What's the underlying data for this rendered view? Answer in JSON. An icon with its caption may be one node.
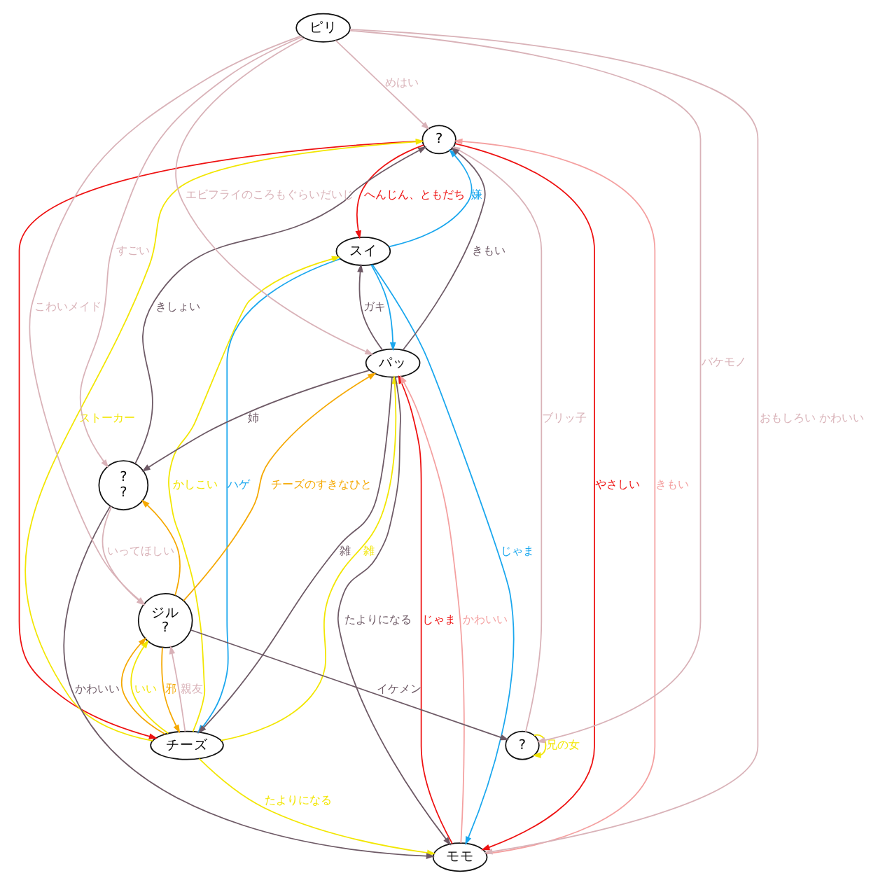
{
  "diagram": {
    "nodes": [
      {
        "text": [
          "?"
        ]
      },
      {
        "text": [
          "スイ"
        ]
      },
      {
        "text": [
          "モモ"
        ]
      },
      {
        "text": [
          "?"
        ]
      },
      {
        "text": [
          "チーズ"
        ]
      },
      {
        "text": [
          "パッ"
        ]
      },
      {
        "text": [
          "ジル",
          "?"
        ]
      },
      {
        "text": [
          "?",
          "?"
        ]
      },
      {
        "text": [
          "ピリ"
        ]
      }
    ],
    "edges": [
      {
        "from": 3,
        "to": 0,
        "arrow": "to",
        "label": "ブリッ子",
        "color": "#d9b2b8"
      },
      {
        "from": 4,
        "to": 0,
        "arrow": "to",
        "label": "ストーカー",
        "color": "#f2e600"
      },
      {
        "from": 1,
        "to": 0,
        "arrow": "to",
        "label": "嫌",
        "color": "#1aa7ee"
      },
      {
        "from": 0,
        "to": 4,
        "arrow": "to",
        "color": "#ee1111"
      },
      {
        "from": 0,
        "to": 1,
        "arrow": "to",
        "label": "へんじん、ともだち",
        "color": "#ee1111"
      },
      {
        "from": 0,
        "to": 2,
        "arrow": "to",
        "label": "やさしい",
        "color": "#ee1111"
      },
      {
        "from": 2,
        "to": 0,
        "arrow": "to",
        "label": "きもい",
        "color": "#f4a0a0"
      },
      {
        "from": 1,
        "to": 2,
        "arrow": "to",
        "label": "じゃま",
        "color": "#1aa7ee"
      },
      {
        "from": 2,
        "to": 5,
        "arrow": "to",
        "label": "じゃま",
        "color": "#ee1111"
      },
      {
        "from": 4,
        "to": 2,
        "arrow": "to",
        "label": "たよりになる",
        "color": "#f2e600"
      },
      {
        "from": 1,
        "to": 4,
        "arrow": "to",
        "label": "ハゲ",
        "color": "#1aa7ee"
      },
      {
        "from": 4,
        "to": 1,
        "arrow": "to",
        "label": "かしこい",
        "color": "#f2e600"
      },
      {
        "from": 1,
        "to": 5,
        "arrow": "to",
        "color": "#1aa7ee"
      },
      {
        "from": 5,
        "to": 1,
        "arrow": "to",
        "label": "ガキ",
        "color": "#6e5a66"
      },
      {
        "from": 2,
        "to": 5,
        "arrow": "to",
        "label": "かわいい",
        "color": "#f4a0a0"
      },
      {
        "from": 5,
        "to": 2,
        "arrow": "to",
        "label": "たよりになる",
        "color": "#6e5a66"
      },
      {
        "from": 7,
        "to": 2,
        "arrow": "to",
        "label": "かわいい",
        "color": "#6e5a66"
      },
      {
        "from": 8,
        "to": 2,
        "arrow": "to",
        "label": "おもしろい かわいい",
        "color": "#d9b2b8"
      },
      {
        "from": 7,
        "to": 0,
        "arrow": "to",
        "label": "きしょい",
        "color": "#6e5a66"
      },
      {
        "from": 5,
        "to": 0,
        "arrow": "to",
        "label": "きもい",
        "color": "#6e5a66"
      },
      {
        "from": 8,
        "to": 0,
        "arrow": "to",
        "label": "めはい",
        "color": "#d9b2b8"
      },
      {
        "from": 4,
        "to": 5,
        "arrow": "to",
        "label": "雑",
        "color": "#f2e600"
      },
      {
        "from": 5,
        "to": 4,
        "arrow": "to",
        "label": "雑",
        "color": "#6e5a66"
      },
      {
        "from": 5,
        "to": 7,
        "arrow": "to",
        "label": "姉",
        "color": "#6e5a66"
      },
      {
        "from": 6,
        "to": 5,
        "arrow": "to",
        "label": "チーズのすきなひと",
        "color": "#f5a800"
      },
      {
        "from": 6,
        "to": 7,
        "arrow": "to",
        "color": "#f5a800"
      },
      {
        "from": 4,
        "to": 6,
        "arrow": "to",
        "label": "親友",
        "color": "#d9b2b8"
      },
      {
        "from": 4,
        "to": 6,
        "arrow": "to",
        "color": "#f5a800"
      },
      {
        "from": 4,
        "to": 6,
        "arrow": "to",
        "label": "いい",
        "color": "#f2e600"
      },
      {
        "from": 6,
        "to": 4,
        "arrow": "to",
        "label": "邪",
        "color": "#f5a800"
      },
      {
        "from": 6,
        "to": 3,
        "arrow": "to",
        "label": "イケメン",
        "color": "#6e5a66"
      },
      {
        "from": 8,
        "to": 3,
        "arrow": "to",
        "label": "バケモノ",
        "color": "#d9b2b8"
      },
      {
        "from": 3,
        "to": 3,
        "arrow": "to",
        "label": "兄の女",
        "color": "#f2e600"
      },
      {
        "from": 8,
        "to": 5,
        "arrow": "to",
        "label": "エビフライのころもぐらいだいじ",
        "color": "#d9b2b8"
      },
      {
        "from": 8,
        "to": 7,
        "arrow": "to",
        "label": "すごい",
        "color": "#d9b2b8"
      },
      {
        "from": 8,
        "to": 6,
        "arrow": "to",
        "label": "こわいメイド",
        "color": "#d9b2b8"
      },
      {
        "from": 7,
        "to": 6,
        "arrow": "to",
        "label": "いってほしい",
        "color": "#d9b2b8"
      }
    ]
  }
}
